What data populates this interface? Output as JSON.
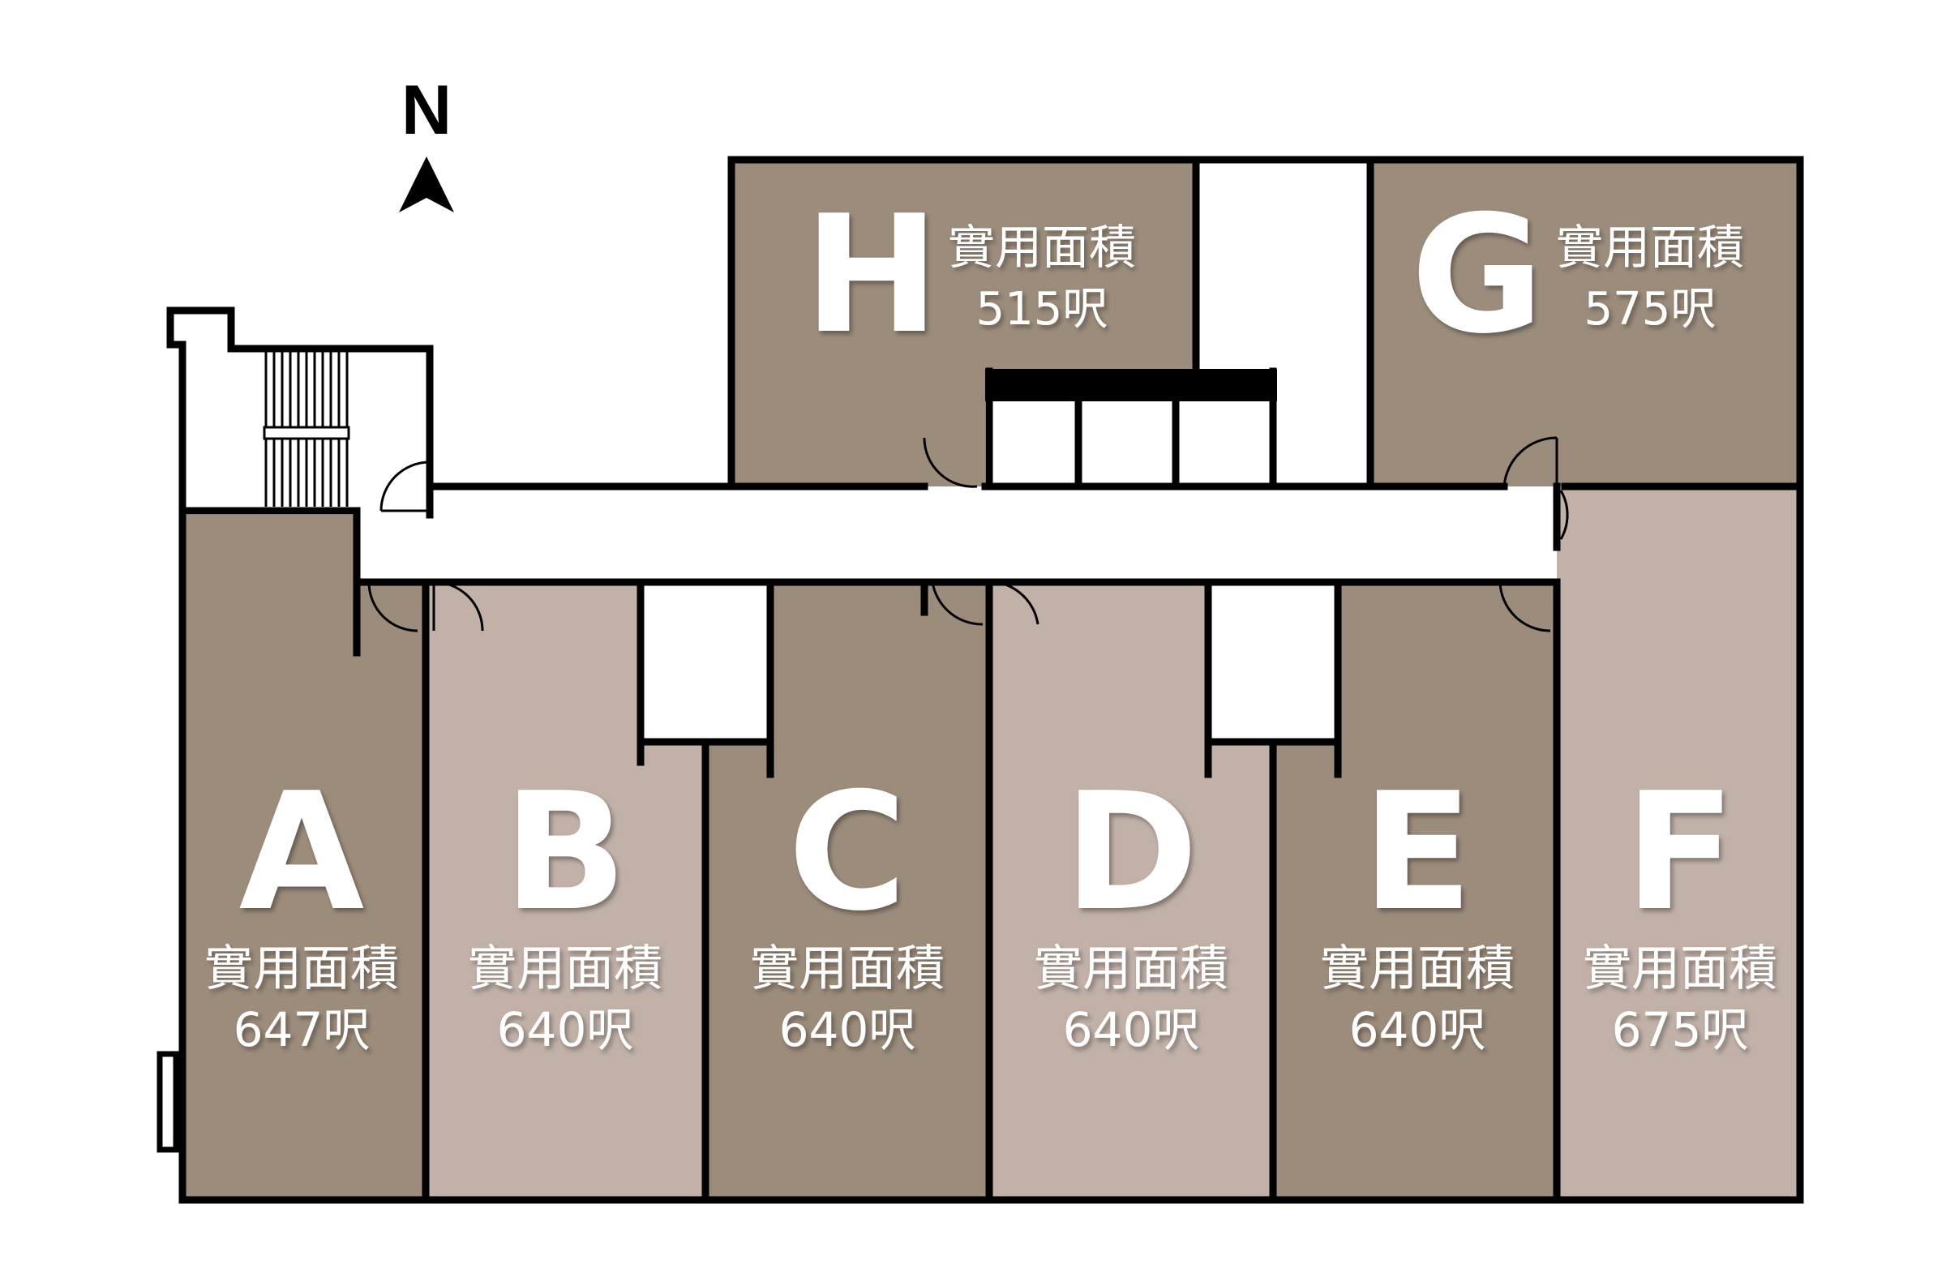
{
  "compass": {
    "label": "N",
    "icon": "north-arrow-icon"
  },
  "colors": {
    "dark_unit": "#9c8c7c",
    "light_unit": "#c1b1a8",
    "wall": "#000000",
    "corridor": "#ffffff"
  },
  "units": [
    {
      "id": "A",
      "label": "A",
      "area_label": "實用面積",
      "area_value": "647呎",
      "shade": "dark"
    },
    {
      "id": "B",
      "label": "B",
      "area_label": "實用面積",
      "area_value": "640呎",
      "shade": "light"
    },
    {
      "id": "C",
      "label": "C",
      "area_label": "實用面積",
      "area_value": "640呎",
      "shade": "dark"
    },
    {
      "id": "D",
      "label": "D",
      "area_label": "實用面積",
      "area_value": "640呎",
      "shade": "light"
    },
    {
      "id": "E",
      "label": "E",
      "area_label": "實用面積",
      "area_value": "640呎",
      "shade": "dark"
    },
    {
      "id": "F",
      "label": "F",
      "area_label": "實用面積",
      "area_value": "675呎",
      "shade": "light"
    },
    {
      "id": "G",
      "label": "G",
      "area_label": "實用面積",
      "area_value": "575呎",
      "shade": "dark"
    },
    {
      "id": "H",
      "label": "H",
      "area_label": "實用面積",
      "area_value": "515呎",
      "shade": "dark"
    }
  ]
}
